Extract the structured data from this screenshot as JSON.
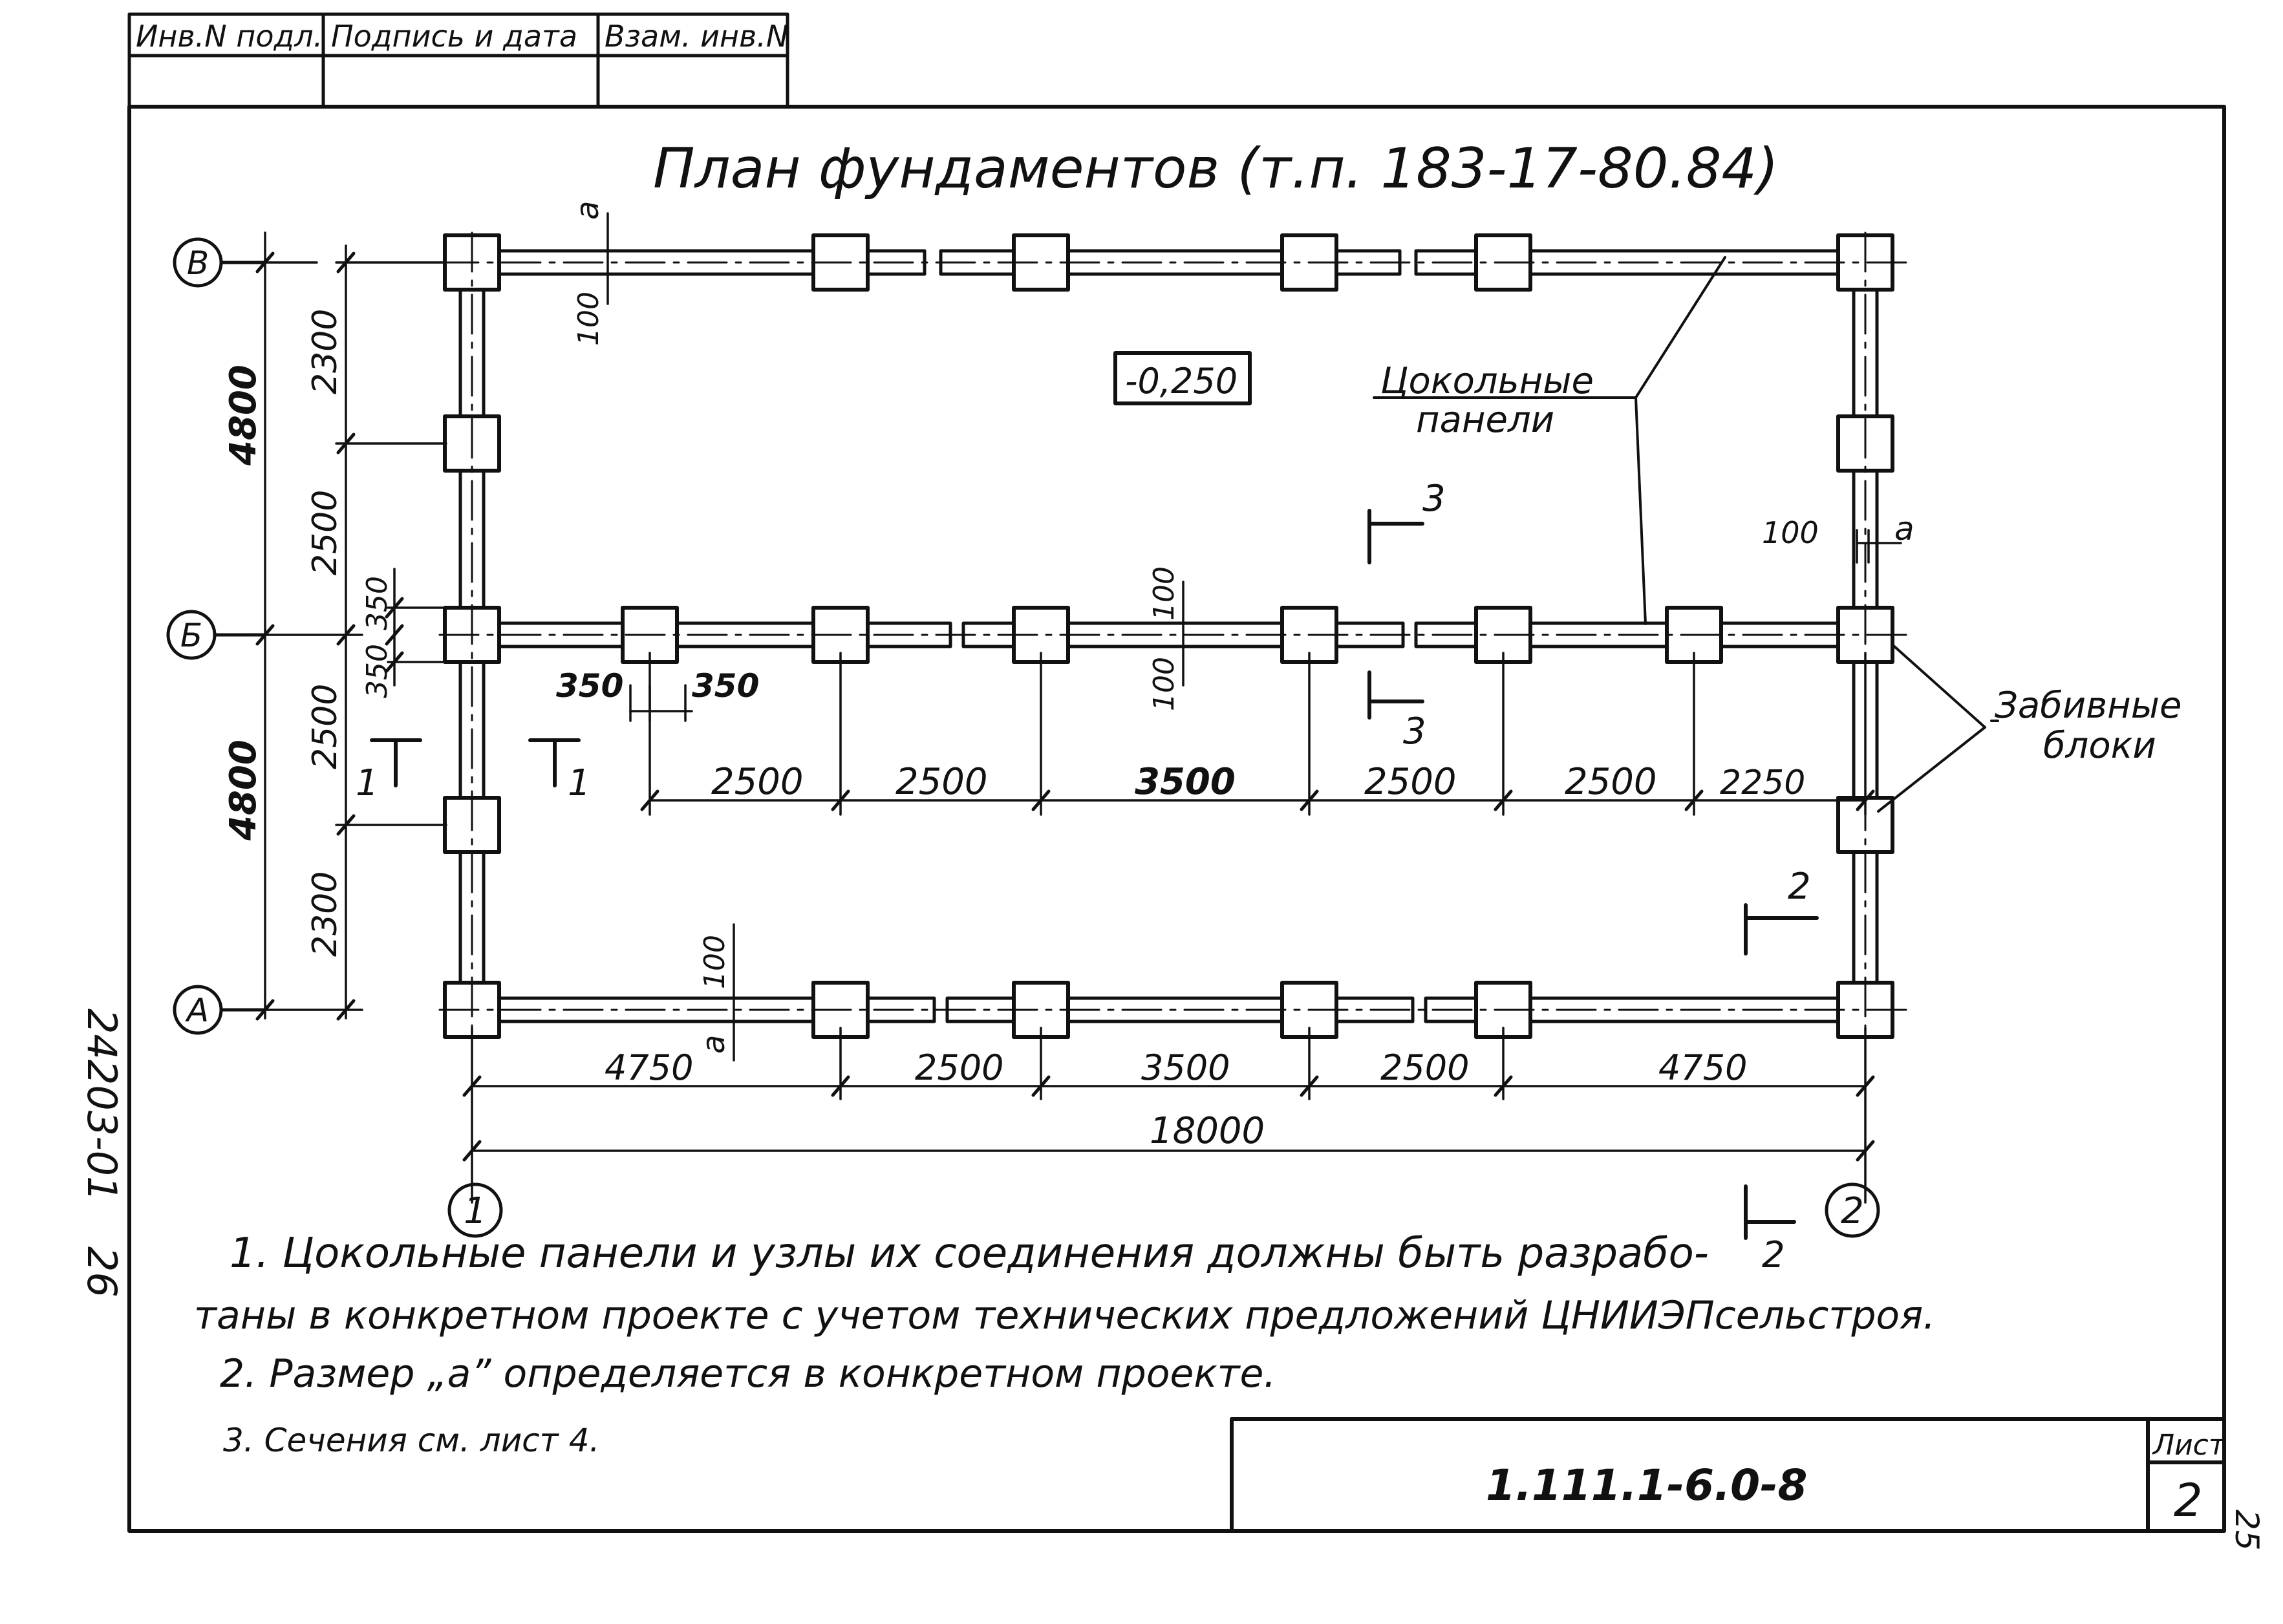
{
  "stamp": {
    "col1": "Инв.N подл.",
    "col2": "Подпись и дата",
    "col3": "Взам. инв.N"
  },
  "title": "План фундаментов (т.п. 183-17-80.84)",
  "elevation": "-0,250",
  "axes": {
    "rows": [
      "В",
      "Б",
      "А"
    ],
    "cols": [
      "1",
      "2"
    ]
  },
  "labels": {
    "plinth_panels_line1": "Цокольные",
    "plinth_panels_line2": "панели",
    "driven_blocks_line1": "Забивные",
    "driven_blocks_line2": "блоки",
    "dim_a": "a"
  },
  "sections": {
    "s1": "1",
    "s2": "2",
    "s3": "3"
  },
  "dims": {
    "left_outer_top": "4800",
    "left_outer_bottom": "4800",
    "left_inner_1": "2300",
    "left_inner_2": "2500",
    "left_inner_3": "2500",
    "left_inner_4": "2300",
    "small_350_top": "350",
    "small_350_bottom": "350",
    "block_350_a": "350",
    "block_350_b": "350",
    "wall_100_top": "100",
    "wall_100_mid_a": "100",
    "wall_100_mid_b": "100",
    "wall_100_bottom": "100",
    "wall_100_right": "100",
    "mid_row": [
      "2500",
      "2500",
      "3500",
      "2500",
      "2500",
      "2250"
    ],
    "bottom_row": [
      "4750",
      "2500",
      "3500",
      "2500",
      "4750"
    ],
    "total": "18000"
  },
  "notes": {
    "n1a": "1. Цокольные панели и узлы их соединения должны быть разрабо-",
    "n1b": "таны в конкретном проекте с учетом технических предложений ЦНИИЭПсельстроя.",
    "n2": "2. Размер „a” определяется  в конкретном проекте.",
    "n3": "3. Сечения   см. лист 4."
  },
  "title_block": {
    "code": "1.111.1-6.0-8",
    "sheet_label": "Лист",
    "sheet_no": "2"
  },
  "margin": {
    "archive_no": "24203-01",
    "archive_page": "26",
    "page_no": "25"
  }
}
